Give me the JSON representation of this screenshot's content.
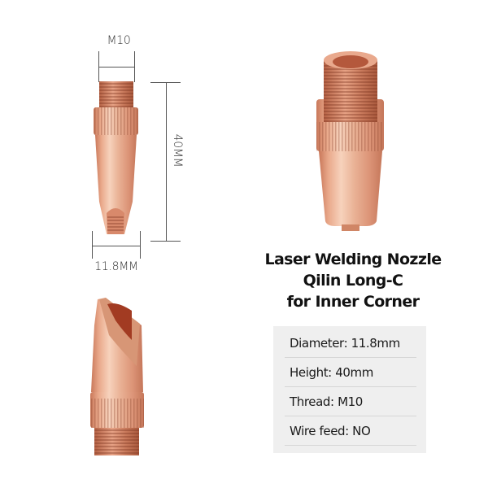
{
  "product": {
    "title_lines": [
      "Laser Welding Nozzle",
      "Qilin Long-C",
      "for Inner Corner"
    ]
  },
  "dimensions": {
    "thread_label": "M10",
    "height_label": "40MM",
    "diameter_label": "11.8MM"
  },
  "specs": [
    {
      "label": "Diameter: 11.8mm"
    },
    {
      "label": "Height: 40mm"
    },
    {
      "label": "Thread: M10"
    },
    {
      "label": "Wire feed: NO"
    }
  ],
  "colors": {
    "copper_light": "#f3c2a3",
    "copper_mid": "#e2997a",
    "copper_dark": "#b8674a",
    "spec_bg": "#efefef"
  }
}
